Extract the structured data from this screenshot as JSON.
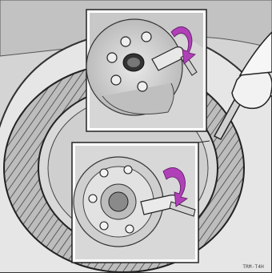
{
  "figure": {
    "description_hidden": "",
    "ref_code": "TRM-T4H",
    "callouts": [
      {
        "name": "upper-inset",
        "shows": "loosening-wheel-nuts-with-wrench"
      },
      {
        "name": "lower-inset",
        "shows": "fitting-wrench-on-nut"
      }
    ],
    "colors": {
      "outline": "#2b2b2b",
      "panel_fill": "#ffffff",
      "background": "#cfcfcf",
      "tire": "#9a9a9a",
      "arrow_accent": "#b040b8"
    }
  }
}
